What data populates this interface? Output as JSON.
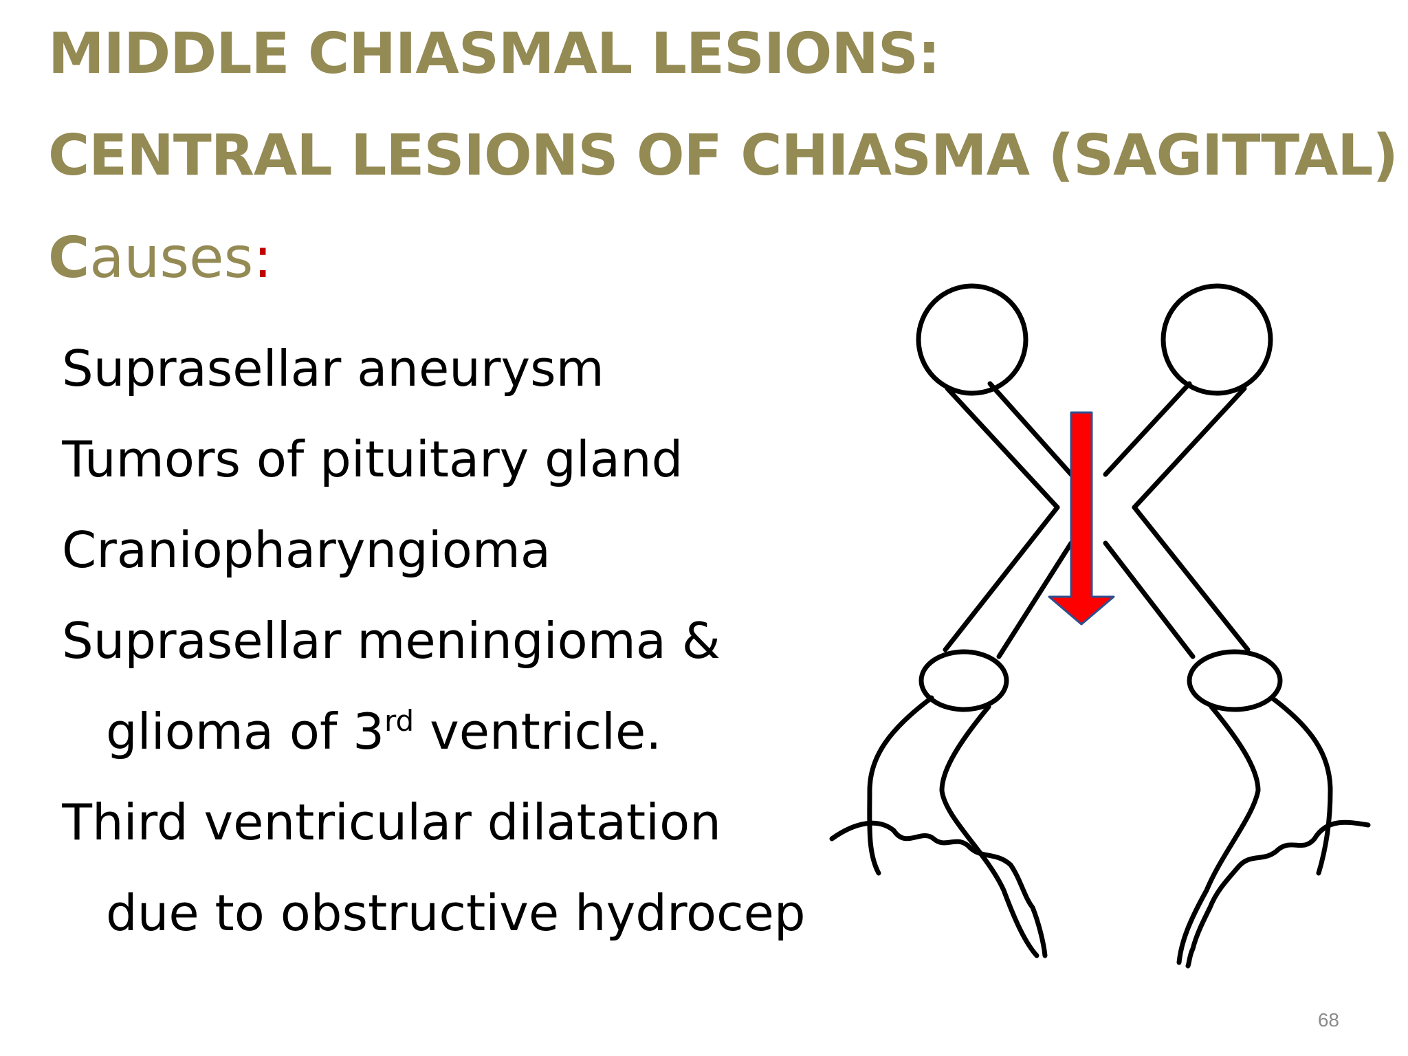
{
  "slide": {
    "title_line1": "MIDDLE CHIASMAL LESIONS:",
    "title_line2": "CENTRAL LESIONS OF CHIASMA (SAGITTAL)",
    "causes_label_first": "C",
    "causes_label_rest": "auses",
    "causes_colon": ":",
    "causes": [
      "Suprasellar aneurysm",
      "Tumors of pituitary gland",
      "Craniopharyngioma",
      "Suprasellar meningioma &"
    ],
    "cause5_pre": "glioma of 3",
    "cause5_sup": "rd",
    "cause5_post": " ventricle.",
    "cause6": "Third ventricular dilatation",
    "cause6_cont": "due to obstructive hydrocep",
    "page_number": "68"
  },
  "colors": {
    "title": "#948a54",
    "colon": "#c00000",
    "arrow_fill": "#ff0000",
    "arrow_stroke": "#2f4f8f"
  },
  "icons": [
    "optic-chiasm-diagram",
    "down-arrow-icon"
  ]
}
